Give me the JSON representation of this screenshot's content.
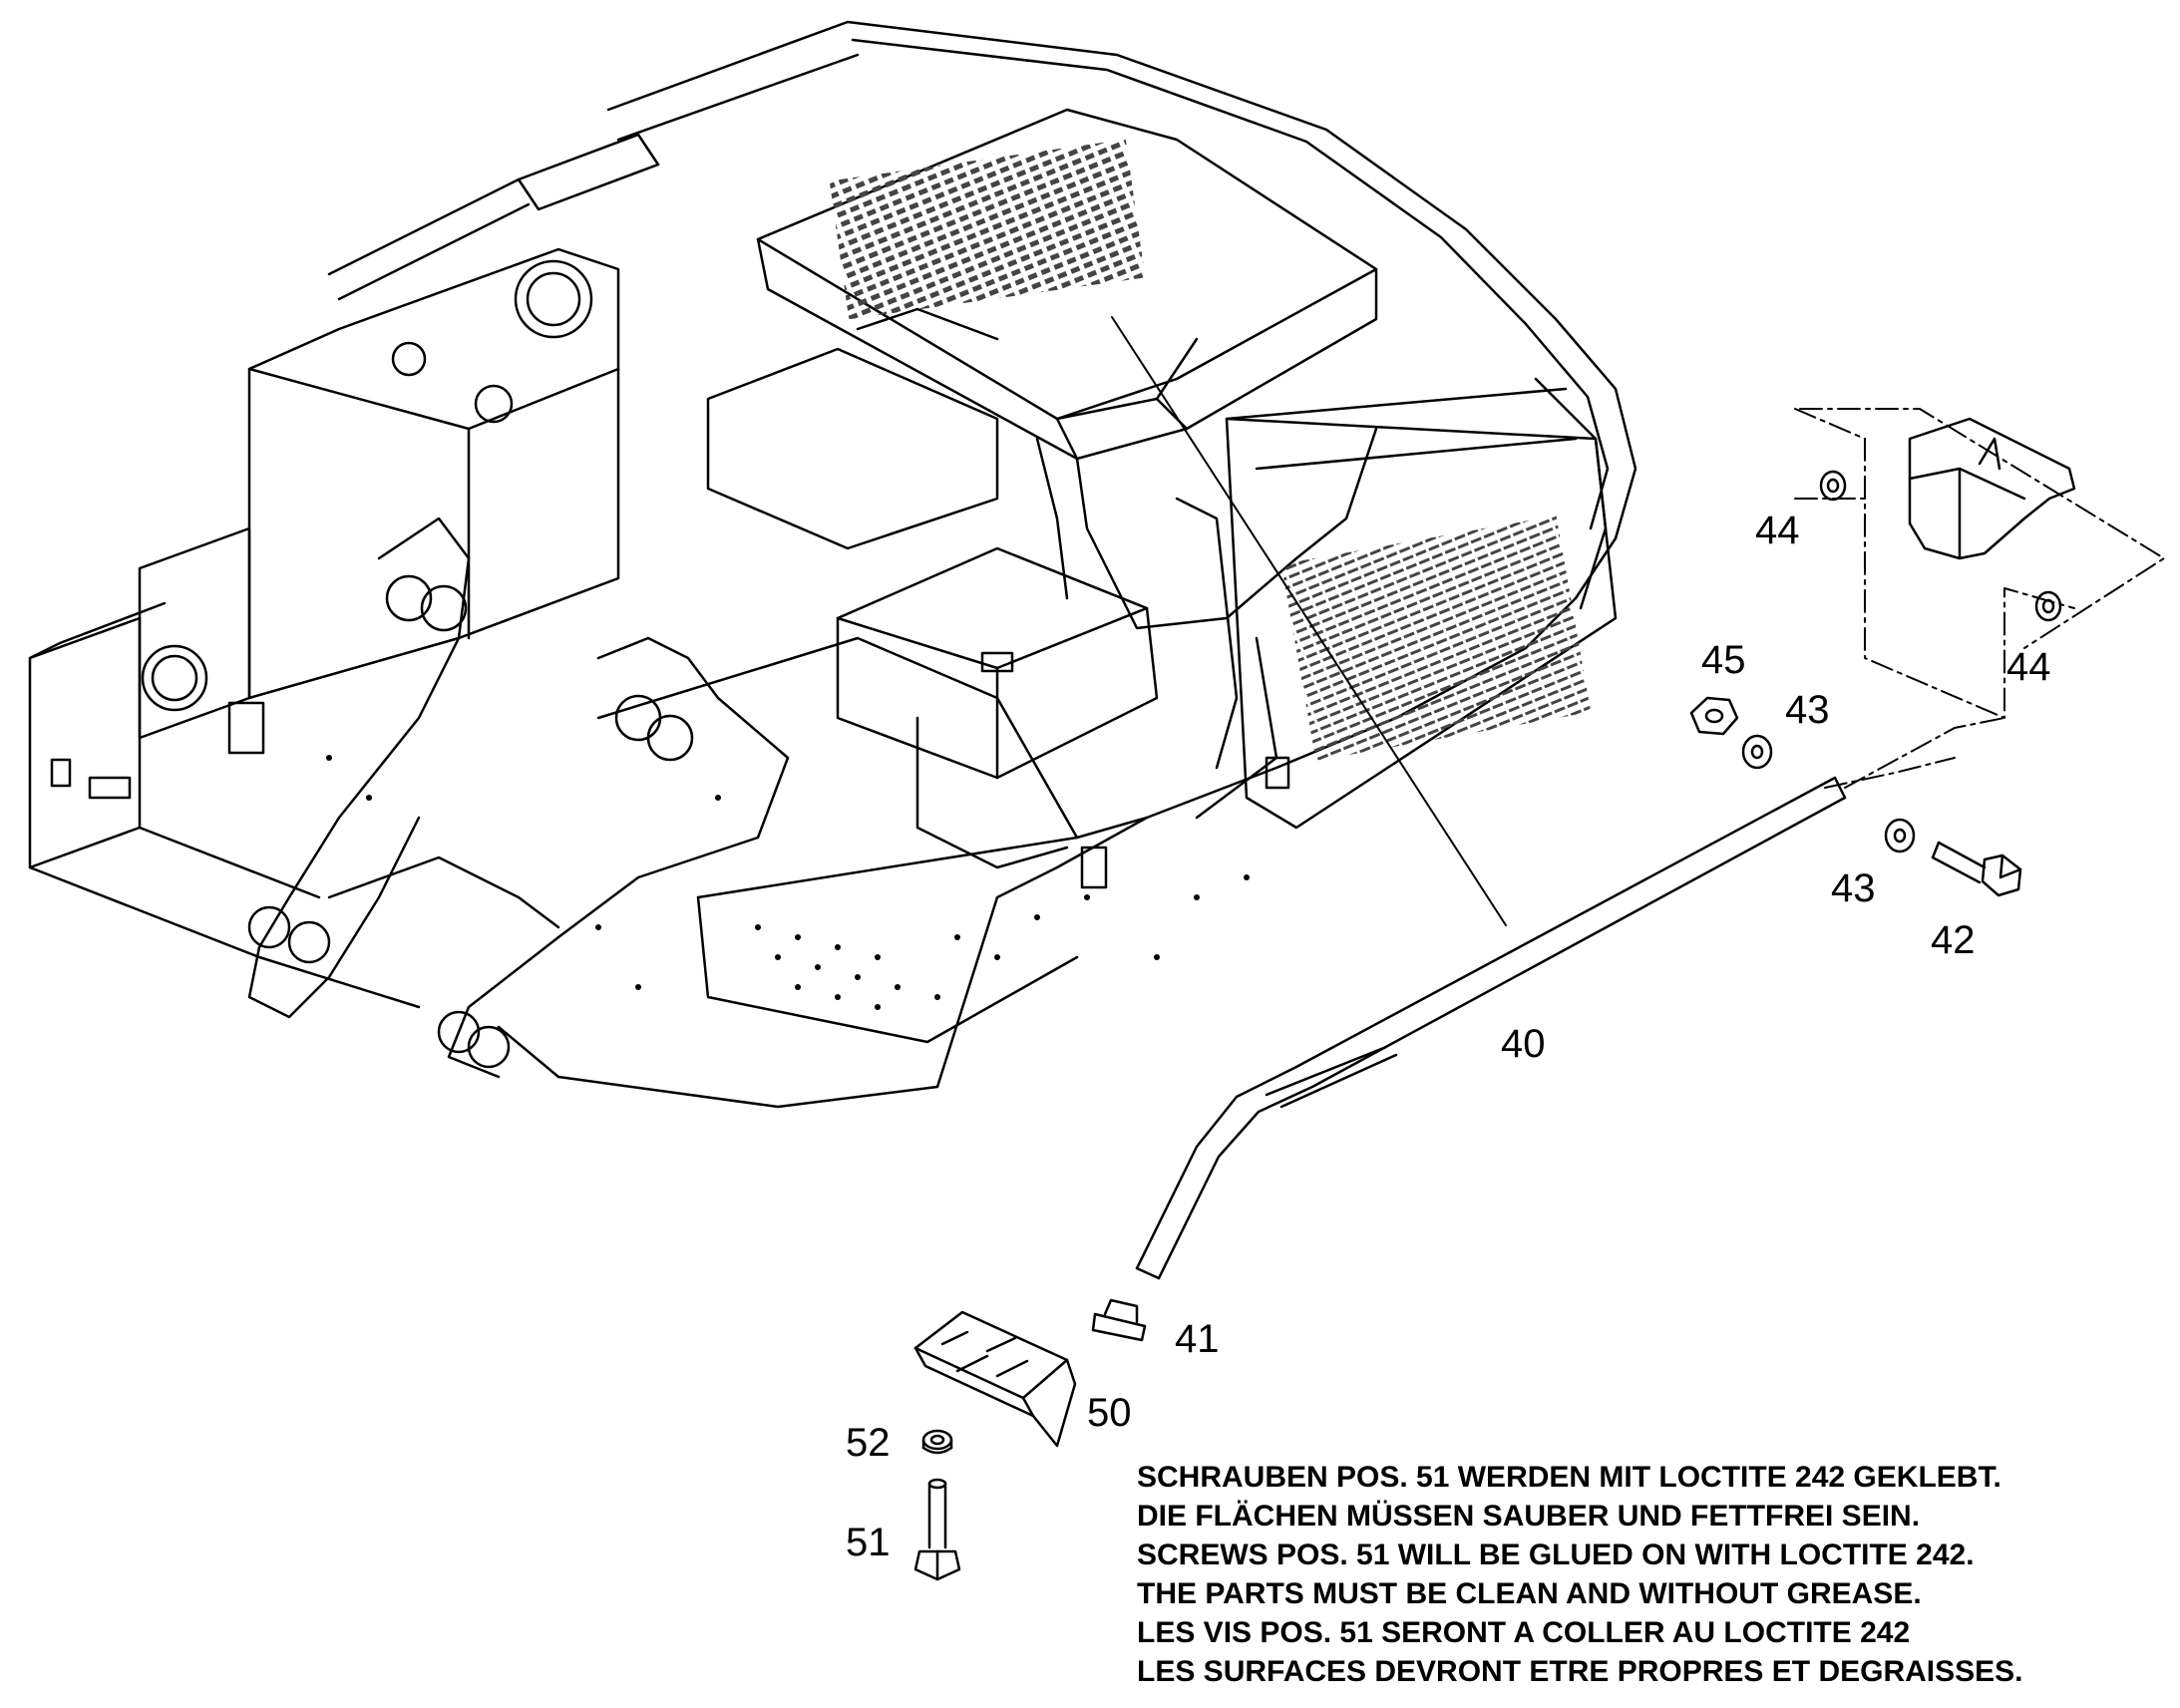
{
  "callouts": [
    {
      "id": "c40",
      "label": "40"
    },
    {
      "id": "c41",
      "label": "41"
    },
    {
      "id": "c42",
      "label": "42"
    },
    {
      "id": "c43a",
      "label": "43"
    },
    {
      "id": "c43b",
      "label": "43"
    },
    {
      "id": "c44a",
      "label": "44"
    },
    {
      "id": "c44b",
      "label": "44"
    },
    {
      "id": "c45",
      "label": "45"
    },
    {
      "id": "c50",
      "label": "50"
    },
    {
      "id": "c51",
      "label": "51"
    },
    {
      "id": "c52",
      "label": "52"
    }
  ],
  "note": {
    "lines": [
      "SCHRAUBEN POS. 51 WERDEN MIT LOCTITE 242 GEKLEBT.",
      "DIE FLÄCHEN MÜSSEN SAUBER UND FETTFREI SEIN.",
      "SCREWS POS. 51 WILL BE GLUED ON WITH LOCTITE 242.",
      "THE PARTS MUST BE CLEAN AND WITHOUT GREASE.",
      "LES VIS POS. 51 SERONT A COLLER AU LOCTITE 242",
      "LES SURFACES DEVRONT ETRE PROPRES ET DEGRAISSES."
    ]
  },
  "colors": {
    "line": "#000000",
    "background": "#ffffff",
    "hatch": "#555555"
  }
}
